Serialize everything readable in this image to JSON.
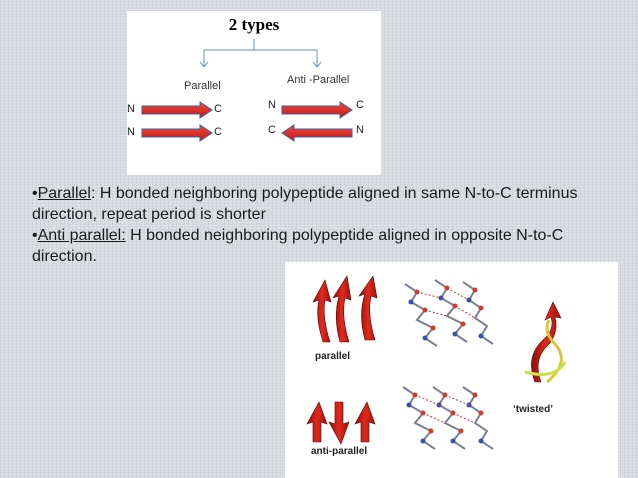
{
  "diagram": {
    "title": "2 types",
    "parallel": {
      "label": "Parallel",
      "row1_left": "N",
      "row1_right": "C",
      "row2_left": "N",
      "row2_right": "C"
    },
    "antiparallel": {
      "label": "Anti -Parallel",
      "row1_left": "N",
      "row1_right": "C",
      "row2_left": "C",
      "row2_right": "N"
    },
    "colors": {
      "arrow_fill": "#e6271f",
      "arrow_edge": "#3a5fa8",
      "branch": "#5b8fd0"
    }
  },
  "text": {
    "bullet": "•",
    "parallel_term": "Parallel",
    "parallel_desc": ": H bonded neighboring polypeptide aligned in same N-to-C terminus direction, repeat period is shorter",
    "antiparallel_term": "Anti parallel:",
    "antiparallel_desc": " H bonded neighboring polypeptide aligned in opposite N-to-C direction."
  },
  "structure_image": {
    "caption_parallel": "parallel",
    "caption_antiparallel": "anti-parallel",
    "caption_twisted": "‘twisted’"
  }
}
